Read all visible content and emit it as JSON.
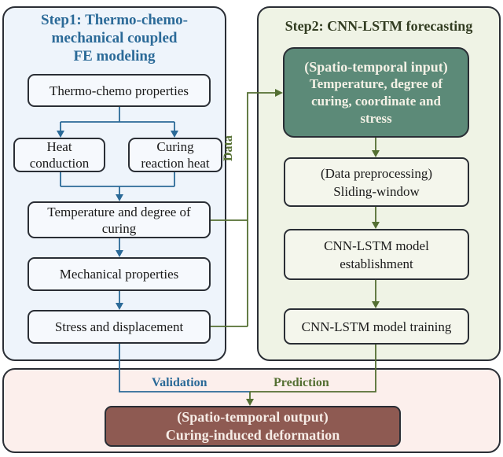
{
  "step1": {
    "title_lines": [
      "Step1: Thermo-chemo-",
      "mechanical coupled",
      "FE modeling"
    ],
    "boxes": {
      "thermo_chemo_properties": "Thermo-chemo properties",
      "heat_conduction": [
        "Heat",
        "conduction"
      ],
      "curing_reaction_heat": [
        "Curing",
        "reaction heat"
      ],
      "temperature_degree": [
        "Temperature and degree of",
        "curing"
      ],
      "mechanical_properties": "Mechanical properties",
      "stress_displacement": "Stress and displacement"
    }
  },
  "step2": {
    "title": "Step2: CNN-LSTM forecasting",
    "boxes": {
      "input": [
        "(Spatio-temporal input)",
        "Temperature, degree of",
        "curing, coordinate and",
        "stress"
      ],
      "preprocessing": [
        "(Data preprocessing)",
        "Sliding-window"
      ],
      "establishment": [
        "CNN-LSTM model",
        "establishment"
      ],
      "training": "CNN-LSTM model training"
    }
  },
  "connectors": {
    "data_label": "Data",
    "validation_label": "Validation",
    "prediction_label": "Prediction"
  },
  "output": {
    "lines": [
      "(Spatio-temporal output)",
      "Curing-induced deformation"
    ]
  },
  "colors": {
    "step1_accent": "#2b6a98",
    "step2_accent": "#546f32",
    "input_box": "#5c8a78",
    "output_box": "#8e5a52",
    "step1_bg": "#eef4fb",
    "step2_bg": "#eff3e5",
    "output_bg": "#fcefec"
  }
}
